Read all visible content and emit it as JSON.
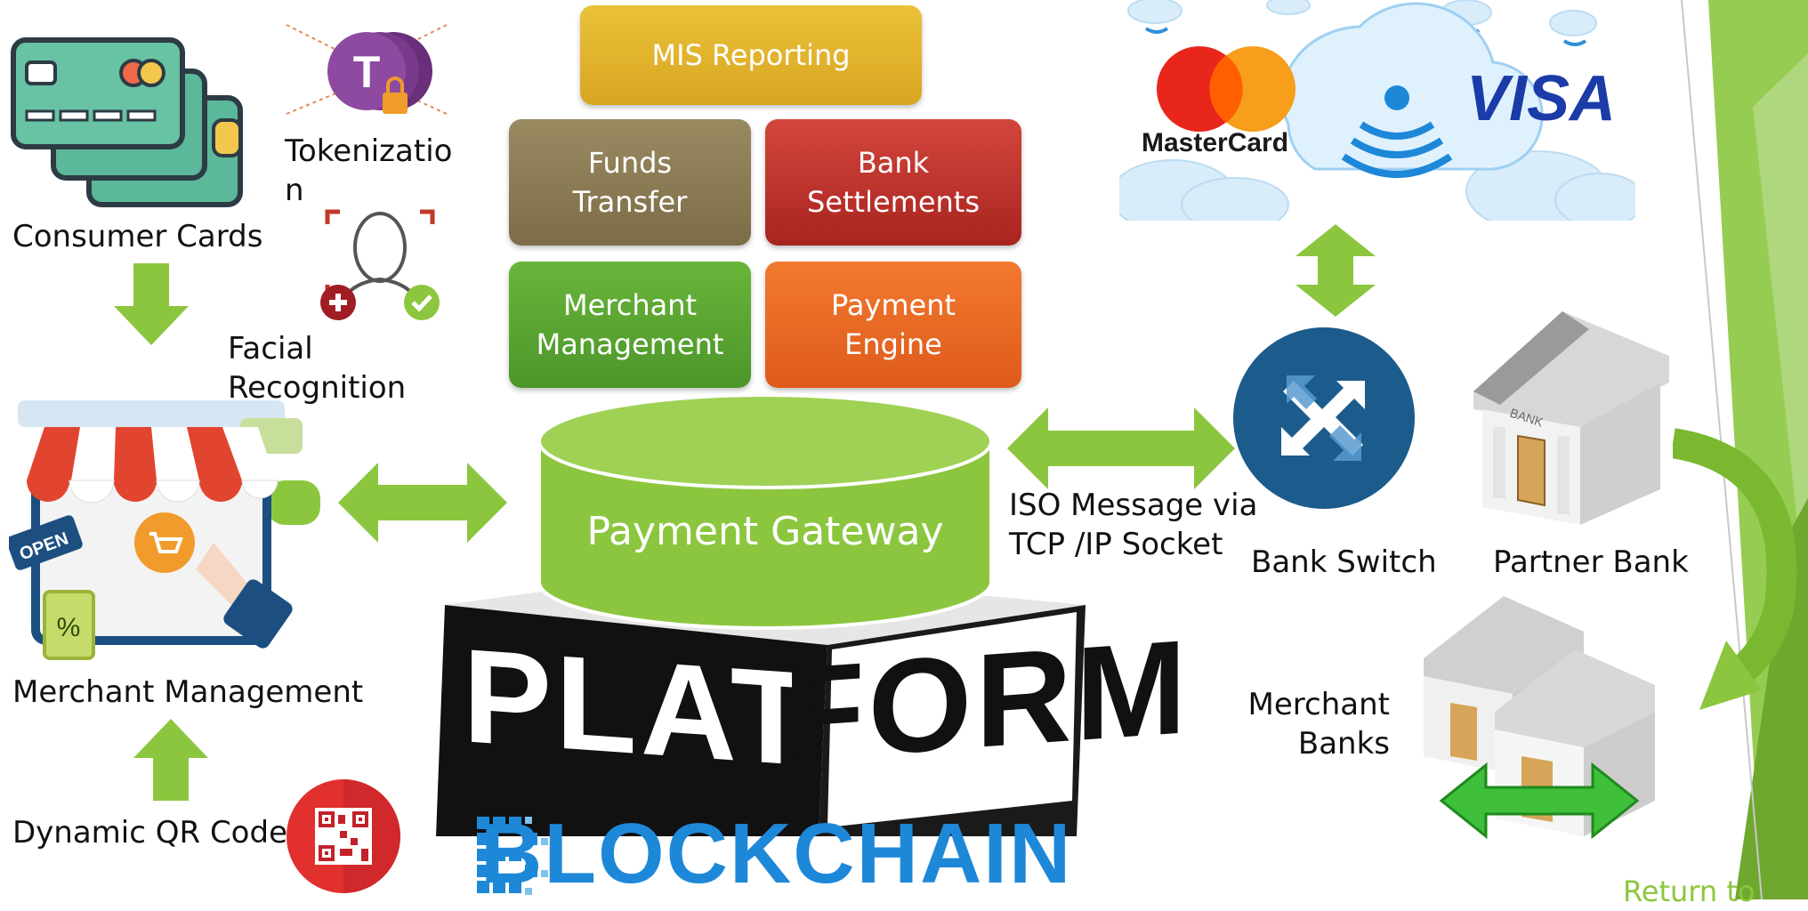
{
  "colors": {
    "arrow_green": "#8cc63f",
    "gateway_green": "#8cc63f",
    "mis": "#e2b42a",
    "funds": "#8c7d57",
    "bank_settlements": "#c0312a",
    "merchant_mgmt": "#5da533",
    "payment_engine": "#ea6a24",
    "switch_blue": "#1c5c8c",
    "blockchain_blue": "#1e88d8",
    "slide_accent": "#8cc63f"
  },
  "left": {
    "consumer_cards": "Consumer Cards",
    "tokenization_line1": "Tokenizatio",
    "tokenization_line2": "n",
    "facial_line1": "Facial",
    "facial_line2": "Recognition",
    "merchant_management": "Merchant Management",
    "dynamic_qr": "Dynamic QR Code"
  },
  "modules": {
    "mis_reporting": "MIS Reporting",
    "funds_transfer": [
      "Funds",
      "Transfer"
    ],
    "bank_settlements": [
      "Bank",
      "Settlements"
    ],
    "merchant_management": [
      "Merchant",
      "Management"
    ],
    "payment_engine": [
      "Payment",
      "Engine"
    ]
  },
  "center": {
    "payment_gateway": "Payment Gateway",
    "platform_word1": "PLAT",
    "platform_word2": "FORM",
    "blockchain": "BLOCKCHAIN"
  },
  "right": {
    "iso_line1": "ISO Message via",
    "iso_line2": "TCP /IP Socket",
    "bank_switch": "Bank Switch",
    "partner_bank": "Partner Bank",
    "merchant_banks_line1": "Merchant",
    "merchant_banks_line2": "Banks",
    "mastercard": "MasterCard",
    "visa": "VISA",
    "bank_sign": "BANK"
  },
  "footer": {
    "return_link": "Return to"
  }
}
